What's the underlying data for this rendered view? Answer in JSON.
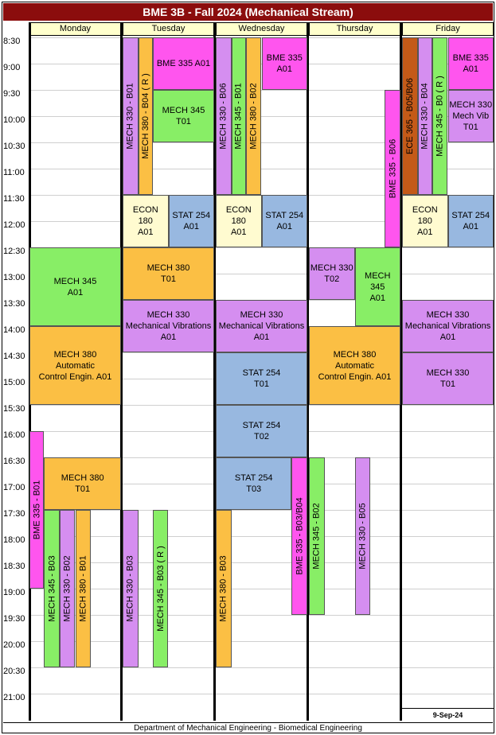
{
  "title": "BME 3B - Fall 2024 (Mechanical Stream)",
  "days": [
    "Monday",
    "Tuesday",
    "Wednesday",
    "Thursday",
    "Friday"
  ],
  "times": [
    "8:30",
    "9:00",
    "9:30",
    "10:00",
    "10:30",
    "11:00",
    "11:30",
    "12:00",
    "12:30",
    "13:00",
    "13:30",
    "14:00",
    "14:30",
    "15:00",
    "15:30",
    "16:00",
    "16:30",
    "17:00",
    "17:30",
    "18:00",
    "18:30",
    "19:00",
    "19:30",
    "20:00",
    "20:30",
    "21:00"
  ],
  "colors": {
    "pink": "#ff55ee",
    "purple": "#d58ef0",
    "orange": "#fbbf44",
    "green": "#88ee66",
    "blue": "#98b8e0",
    "cream": "#fffbd0",
    "brown": "#c45a18",
    "title_bg": "#8b0d0d",
    "header_bg": "#ffffcc"
  },
  "events": [
    {
      "day": 0,
      "lane": [
        0,
        1
      ],
      "start": "12:30",
      "end": "14:00",
      "label": "MECH 345\nA01",
      "color": "green",
      "vertical": false
    },
    {
      "day": 0,
      "lane": [
        0,
        1
      ],
      "start": "14:00",
      "end": "15:30",
      "label": "MECH 380\nAutomatic\nControl Engin. A01",
      "color": "orange",
      "vertical": false
    },
    {
      "day": 0,
      "lane": [
        0,
        0.16
      ],
      "start": "16:00",
      "end": "19:00",
      "label": "BME 335 - B01",
      "color": "pink",
      "vertical": true
    },
    {
      "day": 0,
      "lane": [
        0.16,
        1
      ],
      "start": "16:30",
      "end": "17:30",
      "label": "MECH 380\nT01",
      "color": "orange",
      "vertical": false
    },
    {
      "day": 0,
      "lane": [
        0.16,
        0.33
      ],
      "start": "17:30",
      "end": "20:30",
      "label": "MECH 345 - B03",
      "color": "green",
      "vertical": true
    },
    {
      "day": 0,
      "lane": [
        0.33,
        0.5
      ],
      "start": "17:30",
      "end": "20:30",
      "label": "MECH 330 - B02",
      "color": "purple",
      "vertical": true
    },
    {
      "day": 0,
      "lane": [
        0.5,
        0.67
      ],
      "start": "17:30",
      "end": "20:30",
      "label": "MECH 380 - B01",
      "color": "orange",
      "vertical": true
    },
    {
      "day": 1,
      "lane": [
        0,
        0.17
      ],
      "start": "8:30",
      "end": "11:30",
      "label": "MECH 330 - B01",
      "color": "purple",
      "vertical": true
    },
    {
      "day": 1,
      "lane": [
        0.17,
        0.33
      ],
      "start": "8:30",
      "end": "11:30",
      "label": "MECH 380 - B04 ( R )",
      "color": "orange",
      "vertical": true
    },
    {
      "day": 1,
      "lane": [
        0.33,
        1
      ],
      "start": "8:30",
      "end": "9:30",
      "label": "BME 335 A01",
      "color": "pink",
      "vertical": false
    },
    {
      "day": 1,
      "lane": [
        0.33,
        1
      ],
      "start": "9:30",
      "end": "10:30",
      "label": "MECH 345\nT01",
      "color": "green",
      "vertical": false
    },
    {
      "day": 1,
      "lane": [
        0,
        0.5
      ],
      "start": "11:30",
      "end": "12:30",
      "label": "ECON\n180\nA01",
      "color": "cream",
      "vertical": false
    },
    {
      "day": 1,
      "lane": [
        0.5,
        1
      ],
      "start": "11:30",
      "end": "12:30",
      "label": "STAT 254\nA01",
      "color": "blue",
      "vertical": false
    },
    {
      "day": 1,
      "lane": [
        0,
        1
      ],
      "start": "12:30",
      "end": "13:30",
      "label": "MECH 380\nT01",
      "color": "orange",
      "vertical": false
    },
    {
      "day": 1,
      "lane": [
        0,
        1
      ],
      "start": "13:30",
      "end": "14:30",
      "label": "MECH 330\nMechanical Vibrations\nA01",
      "color": "purple",
      "vertical": false
    },
    {
      "day": 1,
      "lane": [
        0,
        0.17
      ],
      "start": "17:30",
      "end": "20:30",
      "label": "MECH 330 - B03",
      "color": "purple",
      "vertical": true
    },
    {
      "day": 1,
      "lane": [
        0.33,
        0.5
      ],
      "start": "17:30",
      "end": "20:30",
      "label": "MECH 345 - B03 ( R )",
      "color": "green",
      "vertical": true
    },
    {
      "day": 2,
      "lane": [
        0,
        0.17
      ],
      "start": "8:30",
      "end": "11:30",
      "label": "MECH 330 - B06",
      "color": "purple",
      "vertical": true
    },
    {
      "day": 2,
      "lane": [
        0.17,
        0.33
      ],
      "start": "8:30",
      "end": "11:30",
      "label": "MECH 345 - B01",
      "color": "green",
      "vertical": true
    },
    {
      "day": 2,
      "lane": [
        0.33,
        0.5
      ],
      "start": "8:30",
      "end": "11:30",
      "label": "MECH 380 - B02",
      "color": "orange",
      "vertical": true
    },
    {
      "day": 2,
      "lane": [
        0.5,
        1
      ],
      "start": "8:30",
      "end": "9:30",
      "label": "BME 335\nA01",
      "color": "pink",
      "vertical": false
    },
    {
      "day": 2,
      "lane": [
        0,
        0.5
      ],
      "start": "11:30",
      "end": "12:30",
      "label": "ECON\n180\nA01",
      "color": "cream",
      "vertical": false
    },
    {
      "day": 2,
      "lane": [
        0.5,
        1
      ],
      "start": "11:30",
      "end": "12:30",
      "label": "STAT 254\nA01",
      "color": "blue",
      "vertical": false
    },
    {
      "day": 2,
      "lane": [
        0,
        1
      ],
      "start": "13:30",
      "end": "14:30",
      "label": "MECH 330\nMechanical Vibrations\nA01",
      "color": "purple",
      "vertical": false
    },
    {
      "day": 2,
      "lane": [
        0,
        1
      ],
      "start": "14:30",
      "end": "15:30",
      "label": "STAT 254\nT01",
      "color": "blue",
      "vertical": false
    },
    {
      "day": 2,
      "lane": [
        0,
        1
      ],
      "start": "15:30",
      "end": "16:30",
      "label": "STAT 254\nT02",
      "color": "blue",
      "vertical": false
    },
    {
      "day": 2,
      "lane": [
        0,
        0.83
      ],
      "start": "16:30",
      "end": "17:30",
      "label": "STAT 254\nT03",
      "color": "blue",
      "vertical": false
    },
    {
      "day": 2,
      "lane": [
        0,
        0.17
      ],
      "start": "17:30",
      "end": "20:30",
      "label": "MECH 380 - B03",
      "color": "orange",
      "vertical": true
    },
    {
      "day": 2,
      "lane": [
        0.83,
        1
      ],
      "start": "16:30",
      "end": "19:30",
      "label": "BME 335 - B03/B04",
      "color": "pink",
      "vertical": true
    },
    {
      "day": 3,
      "lane": [
        0,
        0.17
      ],
      "start": "16:30",
      "end": "19:30",
      "label": "MECH 345 - B02",
      "color": "green",
      "vertical": true
    },
    {
      "day": 3,
      "lane": [
        0,
        0.5
      ],
      "start": "12:30",
      "end": "13:30",
      "label": "MECH 330\nT02",
      "color": "purple",
      "vertical": false
    },
    {
      "day": 3,
      "lane": [
        0.5,
        1
      ],
      "start": "12:30",
      "end": "14:00",
      "label": "MECH\n345\nA01",
      "color": "green",
      "vertical": false
    },
    {
      "day": 3,
      "lane": [
        0,
        1
      ],
      "start": "14:00",
      "end": "15:30",
      "label": "MECH 380\nAutomatic\nControl Engin. A01",
      "color": "orange",
      "vertical": false
    },
    {
      "day": 3,
      "lane": [
        0.83,
        1
      ],
      "start": "9:30",
      "end": "12:30",
      "label": "BME 335 - B06",
      "color": "pink",
      "vertical": true
    },
    {
      "day": 3,
      "lane": [
        0.5,
        0.67
      ],
      "start": "16:30",
      "end": "19:30",
      "label": "MECH 330 - B05",
      "color": "purple",
      "vertical": true
    },
    {
      "day": 4,
      "lane": [
        0,
        0.17
      ],
      "start": "8:30",
      "end": "11:30",
      "label": "ECE 365 - B05/B06",
      "color": "brown",
      "vertical": true
    },
    {
      "day": 4,
      "lane": [
        0.17,
        0.33
      ],
      "start": "8:30",
      "end": "11:30",
      "label": "MECH 330 - B04",
      "color": "purple",
      "vertical": true
    },
    {
      "day": 4,
      "lane": [
        0.33,
        0.5
      ],
      "start": "8:30",
      "end": "11:30",
      "label": "MECH 345 - B0 ( R )",
      "color": "green",
      "vertical": true
    },
    {
      "day": 4,
      "lane": [
        0.5,
        1
      ],
      "start": "8:30",
      "end": "9:30",
      "label": "BME 335\nA01",
      "color": "pink",
      "vertical": false
    },
    {
      "day": 4,
      "lane": [
        0.5,
        1
      ],
      "start": "9:30",
      "end": "10:30",
      "label": "MECH 330\nMech Vib\nT01",
      "color": "purple",
      "vertical": false
    },
    {
      "day": 4,
      "lane": [
        0,
        0.5
      ],
      "start": "11:30",
      "end": "12:30",
      "label": "ECON\n180\nA01",
      "color": "cream",
      "vertical": false
    },
    {
      "day": 4,
      "lane": [
        0.5,
        1
      ],
      "start": "11:30",
      "end": "12:30",
      "label": "STAT 254\nA01",
      "color": "blue",
      "vertical": false
    },
    {
      "day": 4,
      "lane": [
        0,
        1
      ],
      "start": "13:30",
      "end": "14:30",
      "label": "MECH 330\nMechanical Vibrations\nA01",
      "color": "purple",
      "vertical": false
    },
    {
      "day": 4,
      "lane": [
        0,
        1
      ],
      "start": "14:30",
      "end": "15:30",
      "label": "MECH 330\nT01",
      "color": "purple",
      "vertical": false
    }
  ],
  "date": "9-Sep-24",
  "footer": "Department of Mechanical Engineering - Biomedical Engineering"
}
